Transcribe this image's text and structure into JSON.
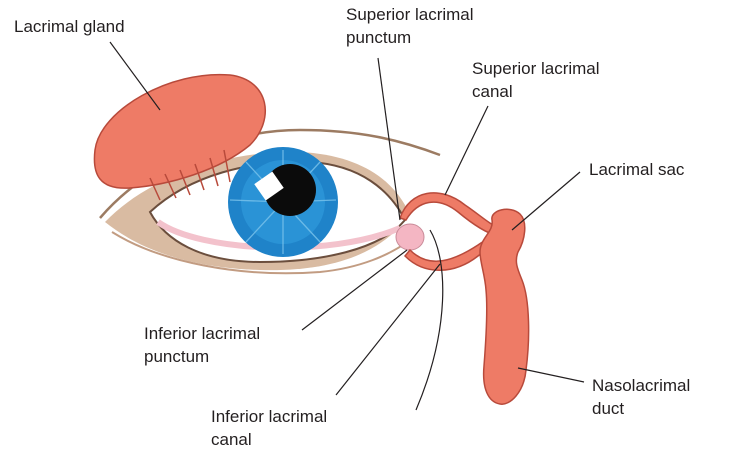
{
  "labels": {
    "lacrimal_gland": [
      "Lacrimal gland"
    ],
    "superior_punctum": [
      "Superior lacrimal",
      "punctum"
    ],
    "superior_canal": [
      "Superior lacrimal",
      "canal"
    ],
    "lacrimal_sac": [
      "Lacrimal sac"
    ],
    "inferior_punctum": [
      "Inferior lacrimal",
      "punctum"
    ],
    "inferior_canal": [
      "Inferior lacrimal",
      "canal"
    ],
    "nasolacrimal_duct": [
      "Nasolacrimal",
      "duct"
    ]
  },
  "colors": {
    "gland": "#ee7b66",
    "gland_stroke": "#b84a3b",
    "iris": "#1f83c9",
    "iris_dark": "#0f5d9a",
    "pupil": "#0b0b0b",
    "skin_shadow": "#c9a991",
    "eyelid_line": "#8a6a55",
    "sclera_rim": "#f6cfd6",
    "caruncle": "#f4b6c3",
    "leader": "#231f20"
  }
}
